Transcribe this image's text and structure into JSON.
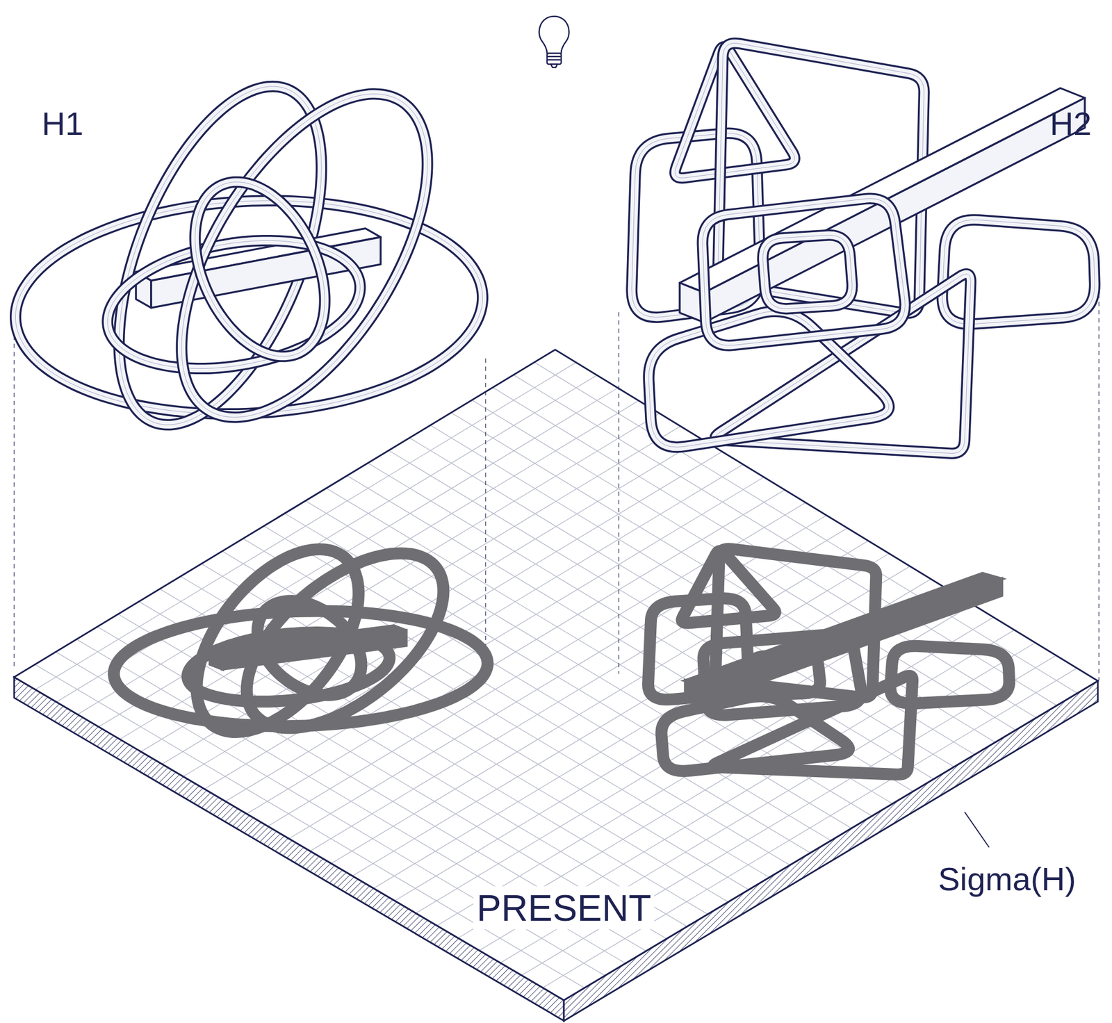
{
  "diagram": {
    "labels": [
      "H1",
      "H2",
      "PRESENT",
      "Sigma(H)"
    ]
  }
}
